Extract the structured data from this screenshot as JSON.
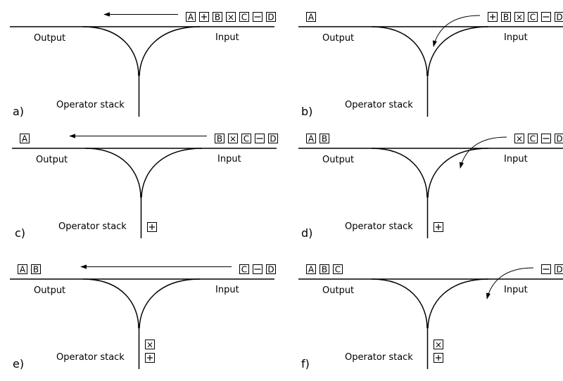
{
  "labels": {
    "output": "Output",
    "input": "Input",
    "operator_stack": "Operator stack"
  },
  "panels": [
    {
      "letter": "a)",
      "output_tokens": [],
      "input_tokens": [
        "A",
        "+",
        "B",
        "×",
        "C",
        "−",
        "D"
      ],
      "stack_tokens": [],
      "arrow": "to-output"
    },
    {
      "letter": "b)",
      "output_tokens": [
        "A"
      ],
      "input_tokens": [
        "+",
        "B",
        "×",
        "C",
        "−",
        "D"
      ],
      "stack_tokens": [],
      "arrow": "to-stack"
    },
    {
      "letter": "c)",
      "output_tokens": [
        "A"
      ],
      "input_tokens": [
        "B",
        "×",
        "C",
        "−",
        "D"
      ],
      "stack_tokens": [
        "+"
      ],
      "arrow": "to-output"
    },
    {
      "letter": "d)",
      "output_tokens": [
        "A",
        "B"
      ],
      "input_tokens": [
        "×",
        "C",
        "−",
        "D"
      ],
      "stack_tokens": [
        "+"
      ],
      "arrow": "to-stack"
    },
    {
      "letter": "e)",
      "output_tokens": [
        "A",
        "B"
      ],
      "input_tokens": [
        "C",
        "−",
        "D"
      ],
      "stack_tokens": [
        "×",
        "+"
      ],
      "arrow": "to-output"
    },
    {
      "letter": "f)",
      "output_tokens": [
        "A",
        "B",
        "C"
      ],
      "input_tokens": [
        "−",
        "D"
      ],
      "stack_tokens": [
        "×",
        "+"
      ],
      "arrow": "to-stack"
    }
  ]
}
